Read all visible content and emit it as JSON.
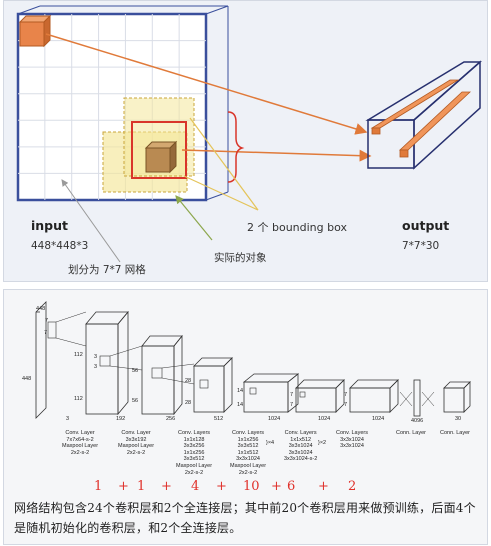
{
  "top_panel": {
    "input_title": "input",
    "input_size": "448*448*3",
    "grid_label": "划分为 7*7 网格",
    "bbox_label": "2 个 bounding box",
    "object_label": "实际的对象",
    "output_title": "output",
    "output_size": "7*7*30",
    "colors": {
      "grid_border": "#3a4f9c",
      "box_orange": "#e8844a",
      "arrow": "#e07a3a",
      "highlight_yellow": "#f4e79a",
      "box_red": "#d9352a"
    }
  },
  "bottom_panel": {
    "dims": {
      "input_top": "448",
      "input_side": "448",
      "input_depth": "3",
      "c1_top": "7",
      "c1_side": "7",
      "c1_h": "112",
      "c1_w": "112",
      "c1_d": "192",
      "c2_top": "3",
      "c2_side": "3",
      "c2_h": "56",
      "c2_w": "56",
      "c2_d": "256",
      "c3_h": "28",
      "c3_w": "28",
      "c3_d": "512",
      "c4_h": "14",
      "c4_w": "14",
      "c4_d": "1024",
      "c5_h": "7",
      "c5_w": "7",
      "c5_d": "1024",
      "c6_h": "7",
      "c6_w": "7",
      "c6_d": "1024",
      "fc1": "4096",
      "fc2": "30"
    },
    "layer_labels": [
      "Conv. Layer\n7x7x64-s-2\nMaxpool Layer\n2x2-s-2",
      "Conv. Layer\n3x3x192\nMaxpool Layer\n2x2-s-2",
      "Conv. Layers\n1x1x128\n3x3x256\n1x1x256\n3x3x512\nMaxpool Layer\n2x2-s-2",
      "Conv. Layers\n1x1x256\n3x3x512\n1x1x512\n3x3x1024\nMaxpool Layer\n2x2-s-2",
      "Conv. Layers\n1x1x512\n3x3x1024\n3x3x1024\n3x3x1024-s-2",
      "Conv. Layers\n3x3x1024\n3x3x1024",
      "Conn. Layer",
      "Conn. Layer"
    ],
    "repeat_marks": [
      "}×4",
      "}×2"
    ],
    "layer_counts": [
      "1",
      "+",
      "1",
      "+",
      "4",
      "+",
      "10",
      "+",
      "6",
      "+",
      "2"
    ],
    "caption": "网络结构包含24个卷积层和2个全连接层；其中前20个卷积层用来做预训练，后面4个是随机初始化的卷积层，和2个全连接层。"
  }
}
